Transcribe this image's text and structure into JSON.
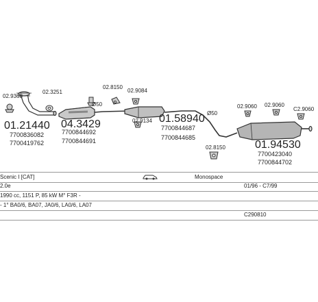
{
  "parts": {
    "clip_1": "02.9368",
    "gasket_1": "02.3251",
    "clip_2": "02.8150",
    "clip_3": "02.9084",
    "clip_4": "02.9134",
    "clip_5": "02.8150",
    "clip_6": "02.9060",
    "clip_7": "02.9060",
    "clip_8": "C2.9060",
    "dia_1": "Ø50",
    "dia_2": "Ø50",
    "pipe_front_no": "01.21440",
    "pipe_front_oem_1": "7700836082",
    "pipe_front_oem_2": "7700419762",
    "cat_no": "04.3429",
    "cat_oem_1": "7700844692",
    "cat_oem_2": "7700844691",
    "mid_no": "01.58940",
    "mid_oem_1": "7700844687",
    "mid_oem_2": "7700844685",
    "rear_no": "01.94530",
    "rear_oem_1": "7700423040",
    "rear_oem_2": "7700844702"
  },
  "info": {
    "model": "Scenic I [CAT]",
    "body": "Monospace",
    "engine": "2.0e",
    "years": "01/96 - C7/99",
    "spec": "1990 cc, 1151 P, 85 kW M° F3R -",
    "codes": "- 1° BA0/6, BA07, JA0/6, LA0/6, LA07",
    "ref": "C290810"
  }
}
